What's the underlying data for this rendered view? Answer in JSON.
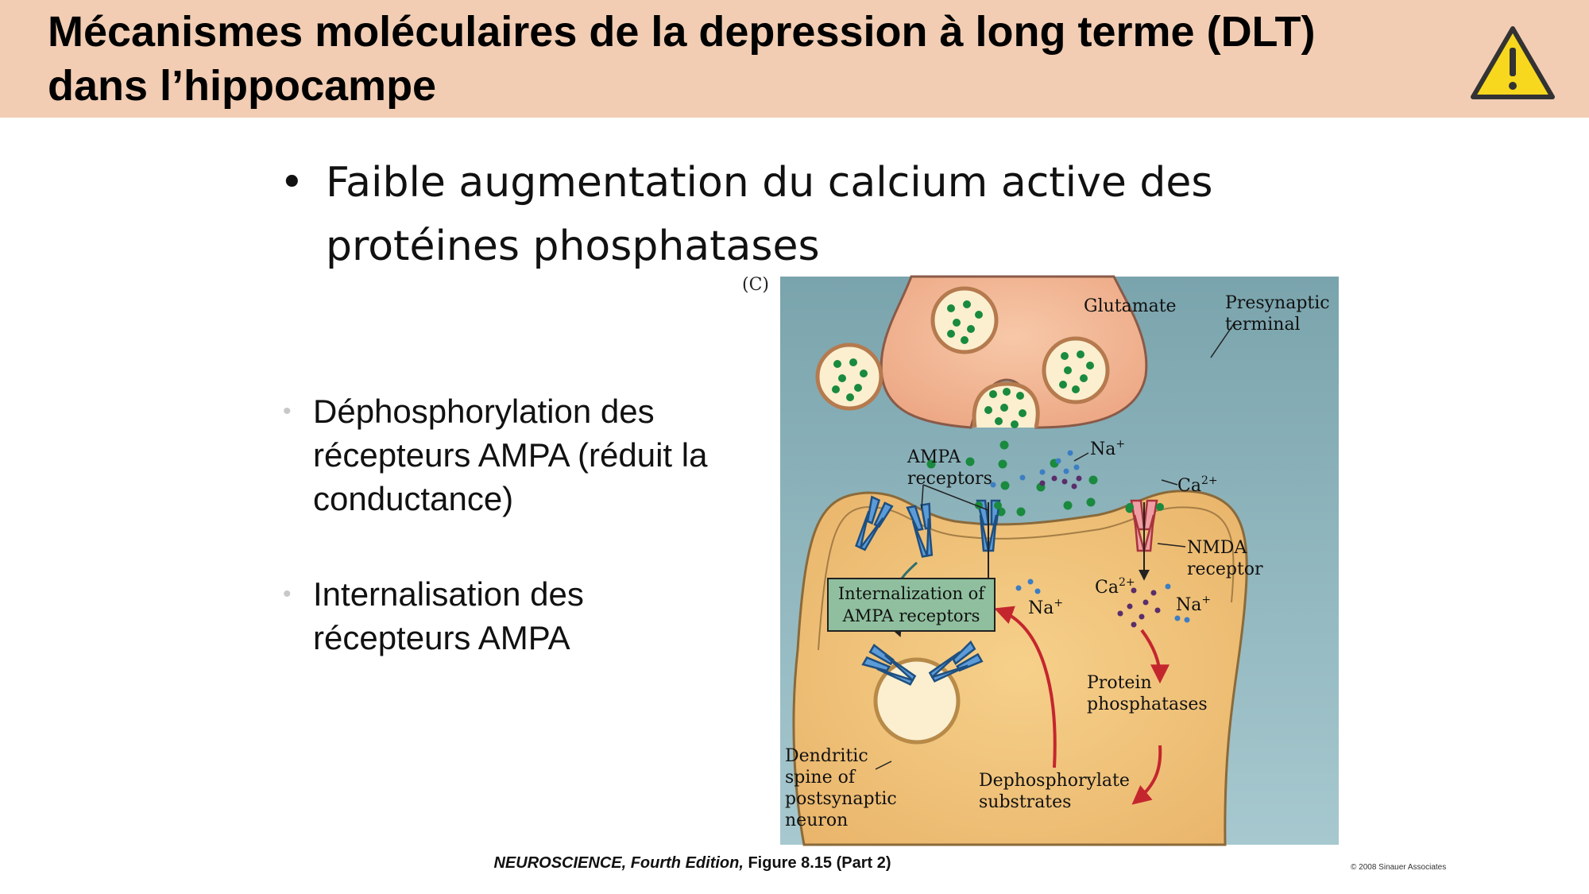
{
  "header": {
    "title_line1": "Mécanismes moléculaires de la depression à long terme (DLT)",
    "title_line2": "dans l’hippocampe",
    "icon": "warning-triangle-icon",
    "bg_color": "#f2cdb3"
  },
  "main_bullet": {
    "bullet": "•",
    "line1": "Faible augmentation du calcium active des",
    "line2": "protéines phosphatases"
  },
  "sub_bullets": [
    {
      "bullet": "•",
      "lines": [
        "Déphosphorylation des",
        "récepteurs AMPA (réduit la",
        "conductance)"
      ]
    },
    {
      "bullet": "•",
      "lines": [
        "Internalisation des",
        "récepteurs AMPA"
      ]
    }
  ],
  "figure": {
    "panel_label": "(C)",
    "labels": {
      "glutamate": "Glutamate",
      "presynaptic_1": "Presynaptic",
      "presynaptic_2": "terminal",
      "ampa_1": "AMPA",
      "ampa_2": "receptors",
      "na_top": "Na",
      "ca_top": "Ca",
      "nmda_1": "NMDA",
      "nmda_2": "receptor",
      "internalization_1": "Internalization of",
      "internalization_2": "AMPA receptors",
      "na_left": "Na",
      "ca_mid": "Ca",
      "na_right": "Na",
      "protein_1": "Protein",
      "protein_2": "phosphatases",
      "dendritic_1": "Dendritic",
      "dendritic_2": "spine of",
      "dendritic_3": "postsynaptic",
      "dendritic_4": "neuron",
      "dephos_1": "Dephosphorylate",
      "dephos_2": "substrates",
      "plus": "+",
      "two_plus": "2+"
    },
    "colors": {
      "background": "#8ab3bc",
      "presynaptic": "#f0b08e",
      "postsynaptic": "#f0c27c",
      "glutamate": "#1a8a3e",
      "ampa": "#4f8fce",
      "nmda": "#e89a9e",
      "arrow": "#c4262e",
      "label_box": "#8fbf9e"
    }
  },
  "caption": {
    "italic": "NEUROSCIENCE, Fourth Edition,",
    "rest": " Figure 8.15 (Part 2)"
  },
  "copyright": "© 2008 Sinauer Associates"
}
